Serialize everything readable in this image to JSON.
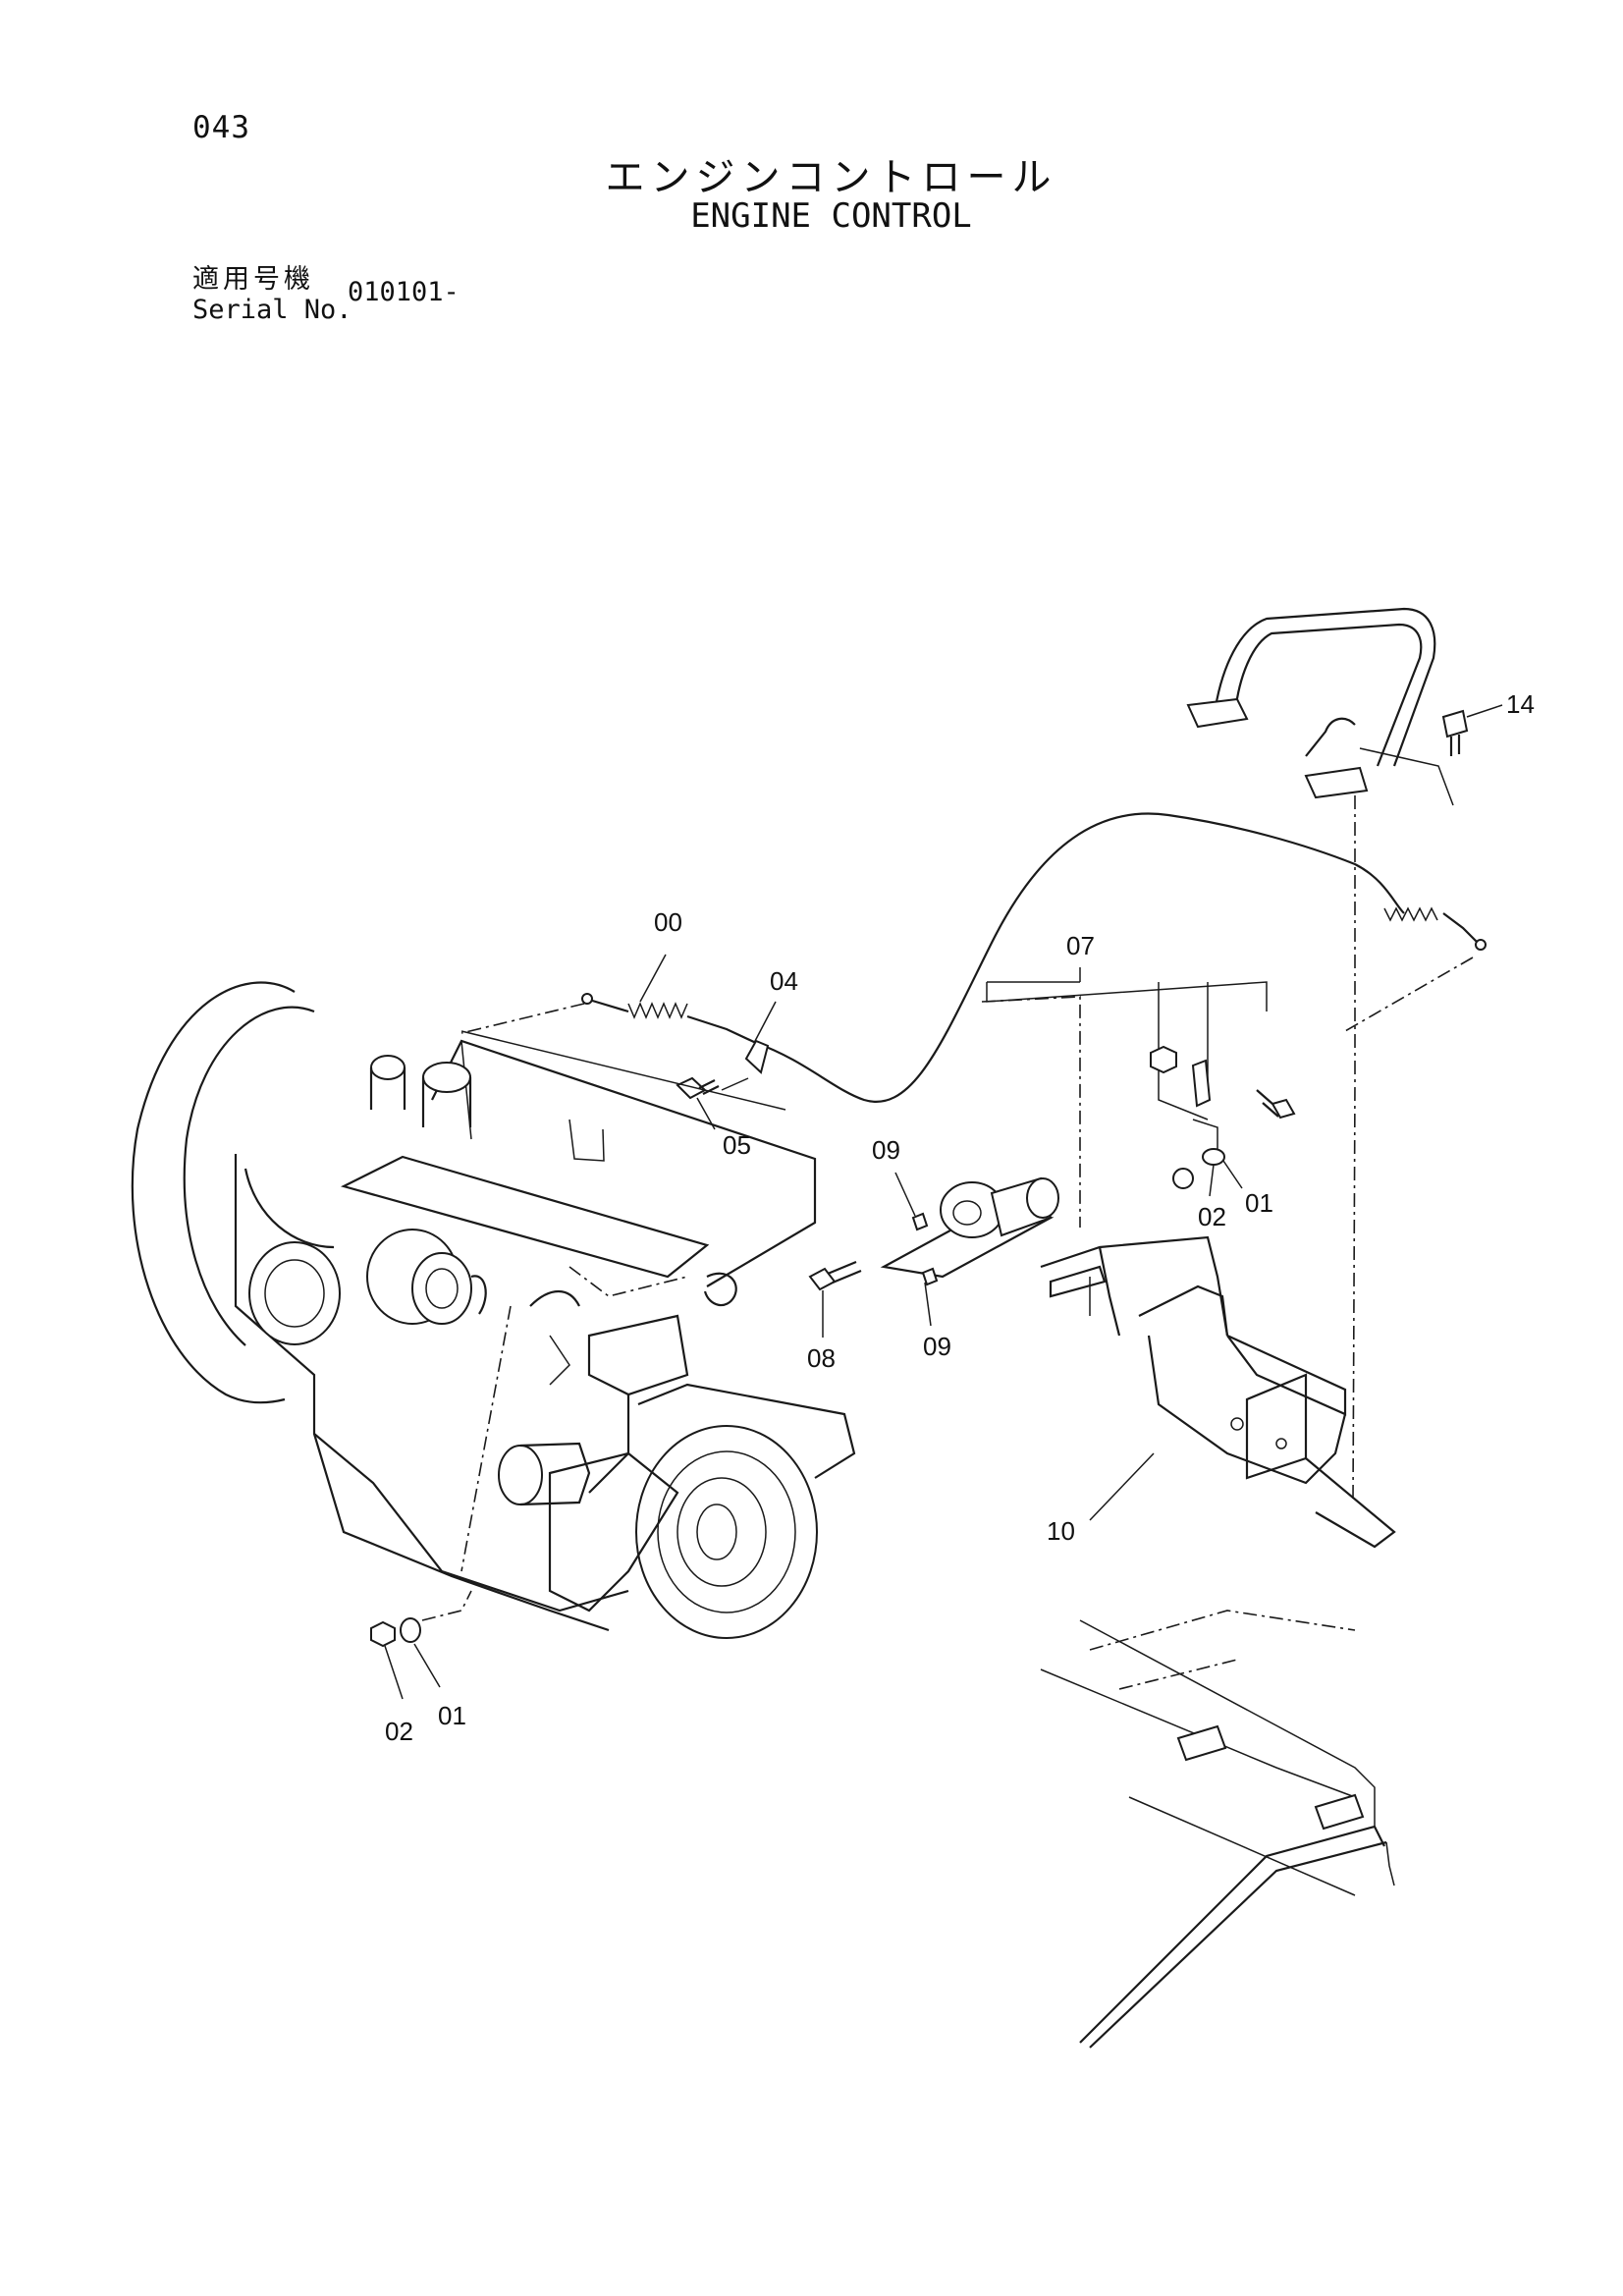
{
  "header": {
    "page_number": "043",
    "title_jp": "エンジンコントロール",
    "title_en": "ENGINE CONTROL",
    "serial_label_jp": "適用号機",
    "serial_label_en": "Serial No.",
    "serial_value": "010101-"
  },
  "callouts": {
    "c00": "00",
    "c01_left": "01",
    "c02_left": "02",
    "c04": "04",
    "c05": "05",
    "c07": "07",
    "c01_right": "01",
    "c02_right": "02",
    "c08": "08",
    "c09_top": "09",
    "c09_bottom": "09",
    "c10": "10",
    "c14": "14"
  },
  "colors": {
    "ink": "#1a1a1a",
    "paper": "#ffffff"
  }
}
